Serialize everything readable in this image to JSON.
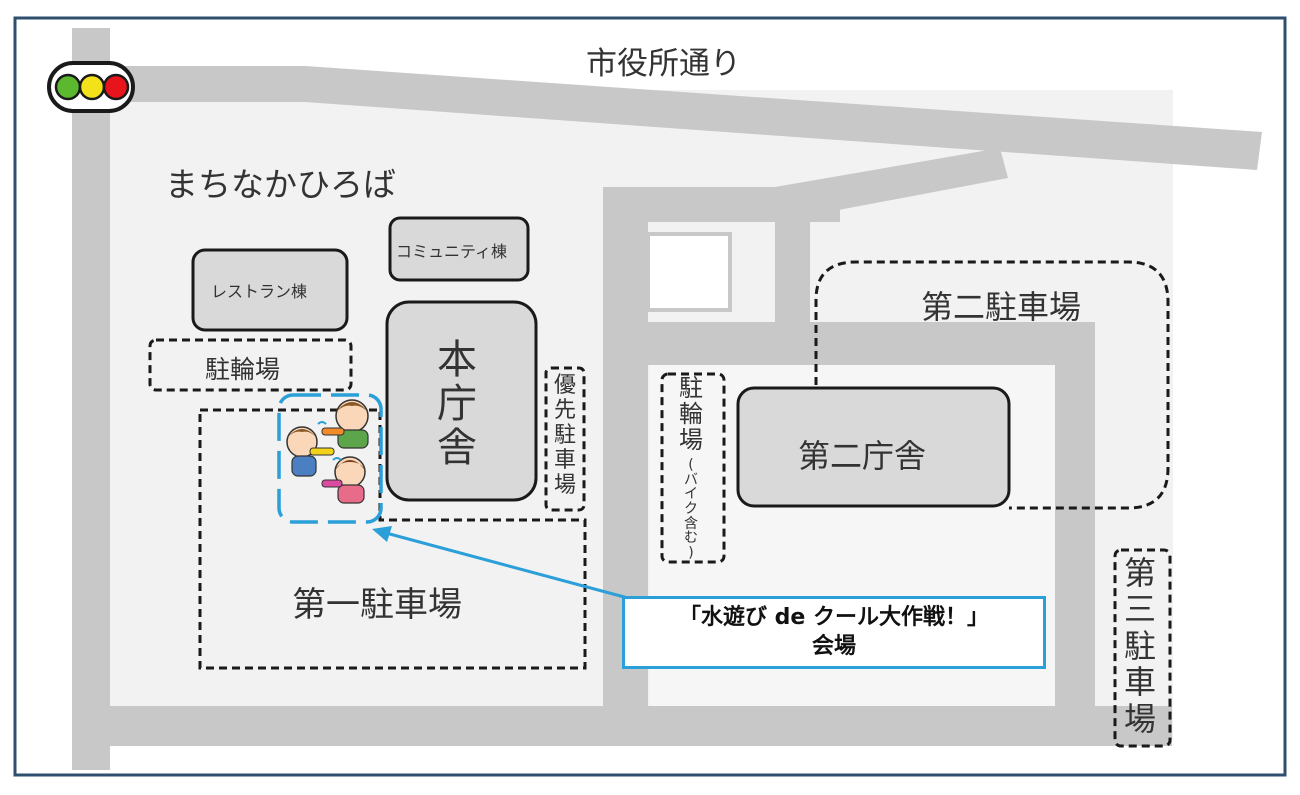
{
  "map": {
    "street_name": "市役所通り",
    "plaza_name": "まちなかひろば",
    "restaurant_building": "レストラン棟",
    "community_building": "コミュニティ棟",
    "bicycle_parking_west": "駐輪場",
    "main_building": [
      "本",
      "庁",
      "舎"
    ],
    "priority_parking": [
      "優",
      "先",
      "駐",
      "車",
      "場"
    ],
    "bicycle_parking_center": [
      "駐",
      "輪",
      "場"
    ],
    "bicycle_parking_center_note": [
      "(",
      "バ",
      "イ",
      "ク",
      "含",
      "む",
      ")"
    ],
    "second_building": "第二庁舎",
    "second_parking": "第二駐車場",
    "first_parking": "第一駐車場",
    "third_parking": [
      "第",
      "三",
      "駐",
      "車",
      "場"
    ],
    "event_callout": {
      "line1": "「水遊び de クール大作戦！」",
      "line2": "会場"
    }
  },
  "colors": {
    "road": "#c8c8c8",
    "ground": "#f2f2f2",
    "building_fill": "#d9d9d9",
    "outline": "#1a1a1a",
    "accent_blue": "#2a9fd8",
    "frame": "#2f4f6f",
    "signal_green": "#5cb82e",
    "signal_yellow": "#f3e21a",
    "signal_red": "#e8141c"
  },
  "icons": {
    "traffic_signal": "traffic-signal-icon",
    "event_illustration": "children-water-play-icon"
  }
}
